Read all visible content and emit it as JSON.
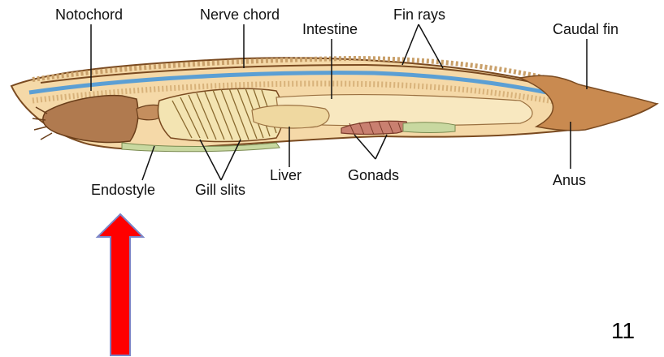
{
  "labels": {
    "notochord": "Notochord",
    "nerve_chord": "Nerve chord",
    "intestine": "Intestine",
    "fin_rays": "Fin rays",
    "caudal_fin": "Caudal fin",
    "endostyle": "Endostyle",
    "gill_slits": "Gill slits",
    "liver": "Liver",
    "gonads": "Gonads",
    "anus": "Anus"
  },
  "page_number": "11",
  "colors": {
    "body_fill": "#f5d9a8",
    "body_outline": "#7a4a20",
    "notochord_blue": "#5b9fd4",
    "oral_hood": "#b07a4f",
    "caudal_fin": "#c98a50",
    "gill_bars": "#8a6a30",
    "gonads": "#c98070",
    "endostyle_green": "#c8d8a0",
    "arrow_red": "#ff0000",
    "arrow_outline": "#7b86c8"
  }
}
